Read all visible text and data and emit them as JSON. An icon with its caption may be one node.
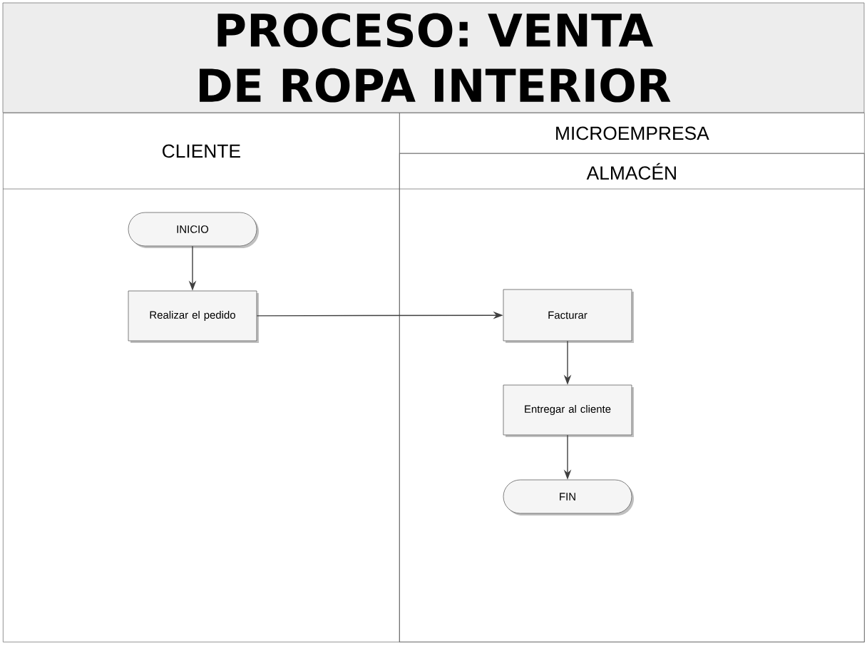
{
  "diagram": {
    "title": "PROCESO: VENTA DE ROPA INTERIOR",
    "nodes": [
      {
        "text": [
          "CLIENTE"
        ]
      },
      {
        "text": [
          "MICROEMPRESA"
        ]
      },
      {
        "text": [
          "ALMACÉN"
        ],
        "in": 1
      },
      {
        "text": [
          "INICIO"
        ],
        "in": 0
      },
      {
        "text": [
          "Realizar el pedido"
        ],
        "in": 0
      },
      {
        "text": [
          "Facturar"
        ],
        "in": 2
      },
      {
        "text": [
          "Entregar al cliente"
        ],
        "in": 2
      },
      {
        "text": [
          "FIN"
        ],
        "in": 2
      }
    ],
    "edges": [
      {
        "from": 3,
        "to": 4,
        "arrow": "to"
      },
      {
        "from": 4,
        "to": 5,
        "arrow": "to"
      },
      {
        "from": 5,
        "to": 6,
        "arrow": "to"
      },
      {
        "from": 6,
        "to": 7,
        "arrow": "to"
      }
    ]
  }
}
